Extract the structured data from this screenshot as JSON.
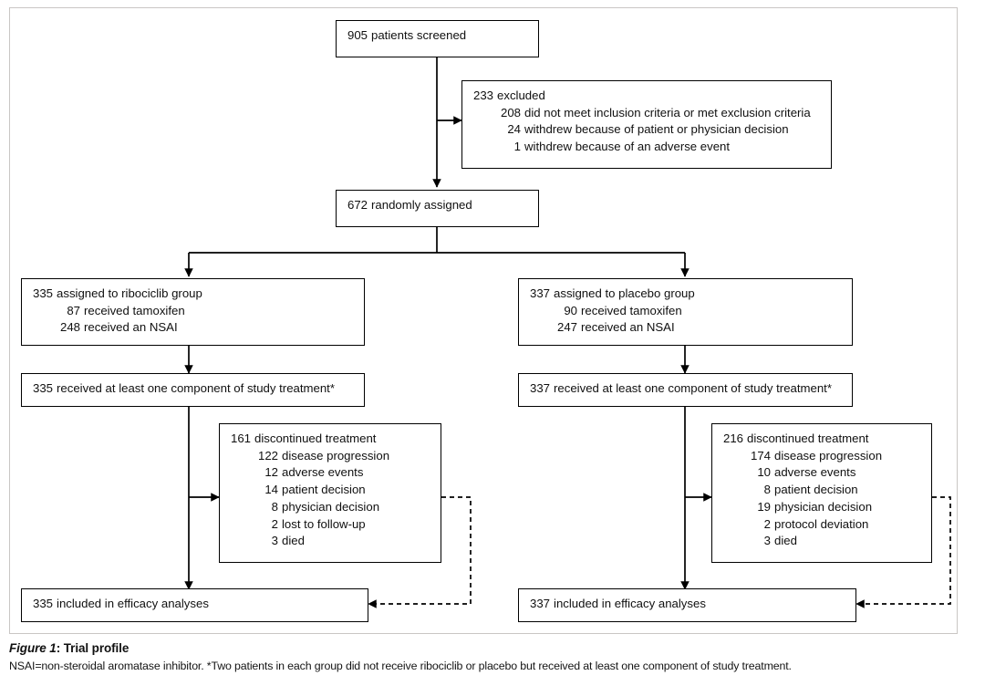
{
  "figure": {
    "caption_figure_label": "Figure 1",
    "caption_title_rest": ": Trial profile",
    "caption_body": "NSAI=non-steroidal aromatase inhibitor. *Two patients in each group did not receive ribociclib or placebo but received at least one component of study treatment.",
    "frame_color": "#c9c6c4",
    "line_color": "#000000"
  },
  "nodes": {
    "screened": {
      "lines": [
        {
          "num": "905",
          "text": "patients screened"
        }
      ]
    },
    "excluded": {
      "lines": [
        {
          "num": "233",
          "text": "excluded"
        },
        {
          "num": "208",
          "text": "did not meet inclusion criteria or met exclusion criteria"
        },
        {
          "num": "24",
          "text": "withdrew because of patient or physician decision"
        },
        {
          "num": "1",
          "text": "withdrew because of an adverse event"
        }
      ]
    },
    "randomised": {
      "lines": [
        {
          "num": "672",
          "text": "randomly assigned"
        }
      ]
    },
    "ribociclib_assigned": {
      "lines": [
        {
          "num": "335",
          "text": "assigned to ribociclib group"
        },
        {
          "num": "87",
          "text": "received tamoxifen"
        },
        {
          "num": "248",
          "text": "received an NSAI"
        }
      ]
    },
    "placebo_assigned": {
      "lines": [
        {
          "num": "337",
          "text": "assigned to placebo group"
        },
        {
          "num": "90",
          "text": "received tamoxifen"
        },
        {
          "num": "247",
          "text": "received an NSAI"
        }
      ]
    },
    "ribociclib_treated": {
      "lines": [
        {
          "num": "335",
          "text": "received at least one component of study treatment*"
        }
      ]
    },
    "placebo_treated": {
      "lines": [
        {
          "num": "337",
          "text": "received at least one component of study treatment*"
        }
      ]
    },
    "ribociclib_discontinued": {
      "lines": [
        {
          "num": "161",
          "text": "discontinued treatment"
        },
        {
          "num": "122",
          "text": "disease progression"
        },
        {
          "num": "12",
          "text": "adverse events"
        },
        {
          "num": "14",
          "text": "patient decision"
        },
        {
          "num": "8",
          "text": "physician decision"
        },
        {
          "num": "2",
          "text": "lost to follow-up"
        },
        {
          "num": "3",
          "text": "died"
        }
      ]
    },
    "placebo_discontinued": {
      "lines": [
        {
          "num": "216",
          "text": "discontinued treatment"
        },
        {
          "num": "174",
          "text": "disease progression"
        },
        {
          "num": "10",
          "text": "adverse events"
        },
        {
          "num": "8",
          "text": "patient decision"
        },
        {
          "num": "19",
          "text": "physician decision"
        },
        {
          "num": "2",
          "text": "protocol deviation"
        },
        {
          "num": "3",
          "text": "died"
        }
      ]
    },
    "ribociclib_efficacy": {
      "lines": [
        {
          "num": "335",
          "text": "included in efficacy analyses"
        }
      ]
    },
    "placebo_efficacy": {
      "lines": [
        {
          "num": "337",
          "text": "included in efficacy analyses"
        }
      ]
    }
  }
}
